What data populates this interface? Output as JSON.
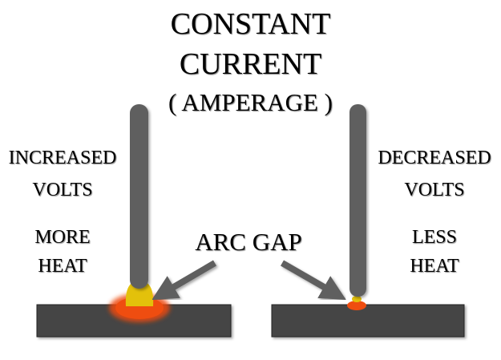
{
  "title": {
    "line1": "CONSTANT",
    "line2": "CURRENT",
    "line3": "( AMPERAGE )"
  },
  "left": {
    "volts_line1": "INCREASED",
    "volts_line2": "VOLTS",
    "heat_line1": "MORE",
    "heat_line2": "HEAT"
  },
  "right": {
    "volts_line1": "DECREASED",
    "volts_line2": "VOLTS",
    "heat_line1": "LESS",
    "heat_line2": "HEAT"
  },
  "center_label": "ARC GAP",
  "colors": {
    "electrode": "#5f5f5f",
    "workpiece": "#444444",
    "arc": "#e3c10b",
    "weld_pool": "#ee4a0f",
    "arrow": "#5f5f5f"
  }
}
